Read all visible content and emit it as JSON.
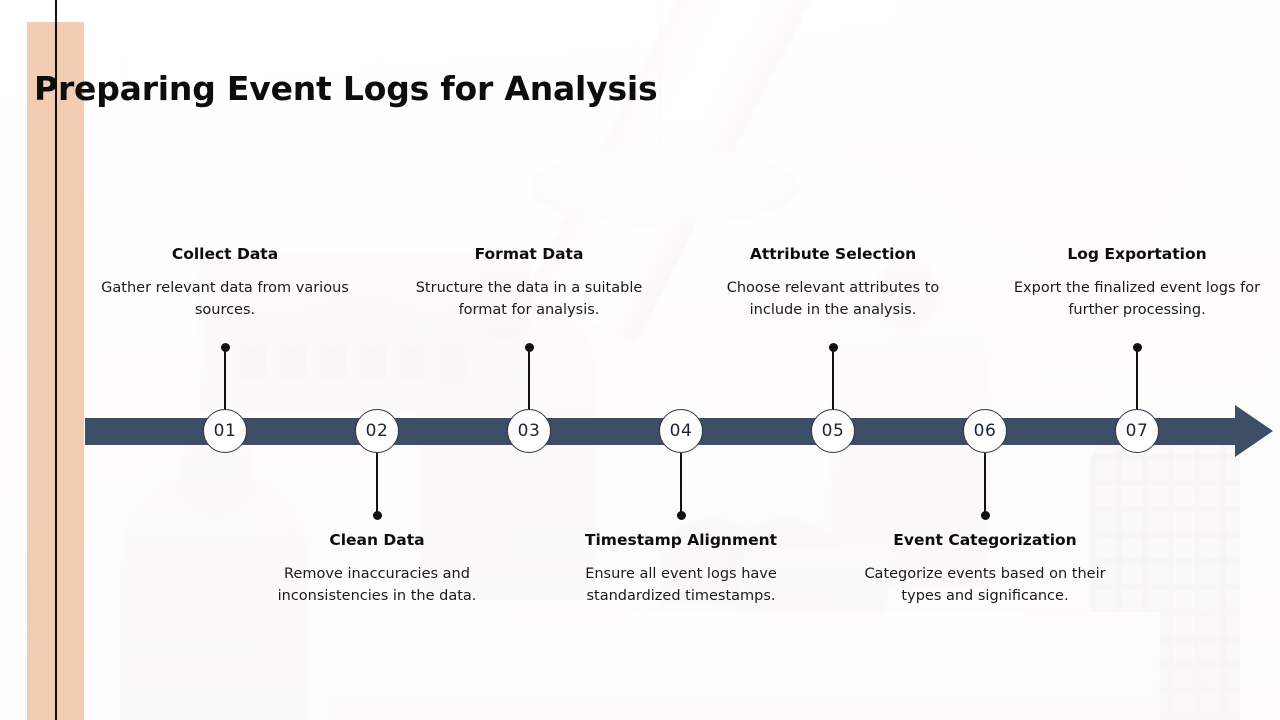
{
  "slide": {
    "title": "Preparing Event Logs for Analysis",
    "accent_color": "#f2cdb2",
    "timeline_color": "#3d4f64",
    "text_color": "#0d0d0d"
  },
  "timeline": {
    "steps": [
      {
        "number": "01",
        "title": "Collect Data",
        "description": "Gather relevant data from various sources.",
        "position": "above"
      },
      {
        "number": "02",
        "title": "Clean Data",
        "description": "Remove inaccuracies and inconsistencies in the data.",
        "position": "below"
      },
      {
        "number": "03",
        "title": "Format Data",
        "description": "Structure the data in a suitable format for analysis.",
        "position": "above"
      },
      {
        "number": "04",
        "title": "Timestamp Alignment",
        "description": "Ensure all event logs have standardized timestamps.",
        "position": "below"
      },
      {
        "number": "05",
        "title": "Attribute Selection",
        "description": "Choose relevant attributes to include in the analysis.",
        "position": "above"
      },
      {
        "number": "06",
        "title": "Event Categorization",
        "description": "Categorize events based on their types and significance.",
        "position": "below"
      },
      {
        "number": "07",
        "title": "Log Exportation",
        "description": "Export the finalized event logs for further processing.",
        "position": "above"
      }
    ]
  }
}
